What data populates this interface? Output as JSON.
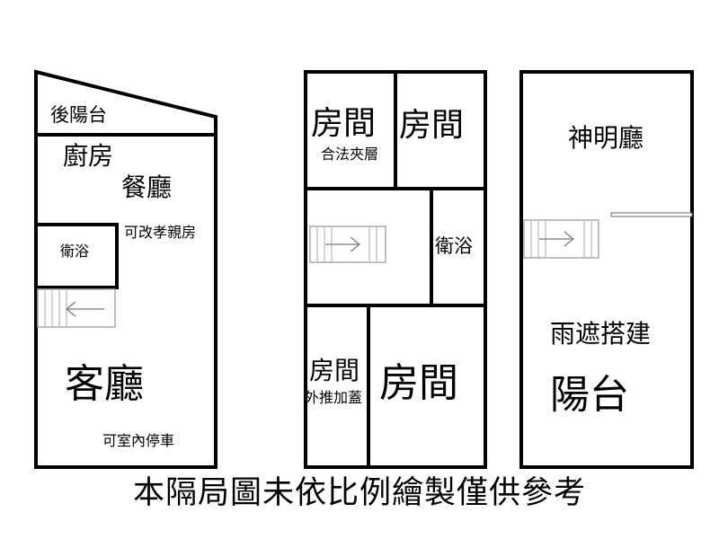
{
  "plans": {
    "floor_a": {
      "back_balcony": "後陽台",
      "kitchen": "廚房",
      "dining": "餐廳",
      "dining_note": "可改孝親房",
      "bath": "衛浴",
      "living": "客廳",
      "living_note": "可室內停車"
    },
    "floor_b": {
      "room_tl": "房間",
      "room_tl_note": "合法夾層",
      "room_tr": "房間",
      "bath": "衛浴",
      "room_bl": "房間",
      "room_bl_note": "外推加蓋",
      "room_br": "房間"
    },
    "floor_c": {
      "shrine": "神明廳",
      "canopy": "雨遮搭建",
      "balcony": "陽台"
    }
  },
  "footer_note": "本隔局圖未依比例繪製僅供參考",
  "colors": {
    "line": "#000000",
    "stair_line": "#9a9a9a",
    "background": "#ffffff"
  }
}
